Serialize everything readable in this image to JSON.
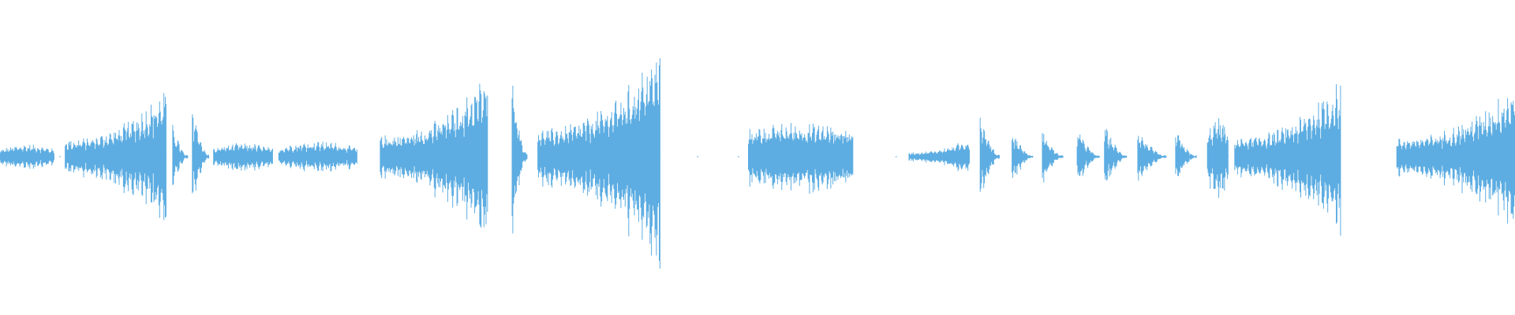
{
  "waveform": {
    "color": "#5DADE2",
    "background": "#FFFFFF",
    "amplitude_range": [
      -1,
      1
    ],
    "segments": [
      {
        "start": 0.0,
        "end": 0.036,
        "peak": 0.08,
        "shape": "pulse"
      },
      {
        "start": 0.043,
        "end": 0.11,
        "peak": 0.45,
        "shape": "crescendo"
      },
      {
        "start": 0.114,
        "end": 0.124,
        "peak": 0.22,
        "shape": "decay"
      },
      {
        "start": 0.127,
        "end": 0.138,
        "peak": 0.36,
        "shape": "decay"
      },
      {
        "start": 0.141,
        "end": 0.18,
        "peak": 0.09,
        "shape": "pulse"
      },
      {
        "start": 0.184,
        "end": 0.236,
        "peak": 0.1,
        "shape": "pulse"
      },
      {
        "start": 0.251,
        "end": 0.322,
        "peak": 0.55,
        "shape": "crescendo"
      },
      {
        "start": 0.338,
        "end": 0.348,
        "peak": 0.6,
        "shape": "decay"
      },
      {
        "start": 0.355,
        "end": 0.436,
        "peak": 0.72,
        "shape": "crescendo"
      },
      {
        "start": 0.494,
        "end": 0.563,
        "peak": 0.22,
        "shape": "flat"
      },
      {
        "start": 0.6,
        "end": 0.64,
        "peak": 0.12,
        "shape": "crescendo"
      },
      {
        "start": 0.647,
        "end": 0.66,
        "peak": 0.3,
        "shape": "decay"
      },
      {
        "start": 0.668,
        "end": 0.682,
        "peak": 0.18,
        "shape": "decay"
      },
      {
        "start": 0.688,
        "end": 0.702,
        "peak": 0.18,
        "shape": "decay"
      },
      {
        "start": 0.711,
        "end": 0.726,
        "peak": 0.2,
        "shape": "decay"
      },
      {
        "start": 0.729,
        "end": 0.744,
        "peak": 0.22,
        "shape": "decay"
      },
      {
        "start": 0.751,
        "end": 0.77,
        "peak": 0.18,
        "shape": "decay"
      },
      {
        "start": 0.776,
        "end": 0.79,
        "peak": 0.18,
        "shape": "decay"
      },
      {
        "start": 0.797,
        "end": 0.811,
        "peak": 0.25,
        "shape": "pulse"
      },
      {
        "start": 0.815,
        "end": 0.885,
        "peak": 0.5,
        "shape": "crescendo"
      },
      {
        "start": 0.922,
        "end": 1.0,
        "peak": 0.48,
        "shape": "crescendo"
      }
    ],
    "gaps_with_dots": [
      0.039,
      0.46,
      0.487,
      0.591
    ]
  }
}
